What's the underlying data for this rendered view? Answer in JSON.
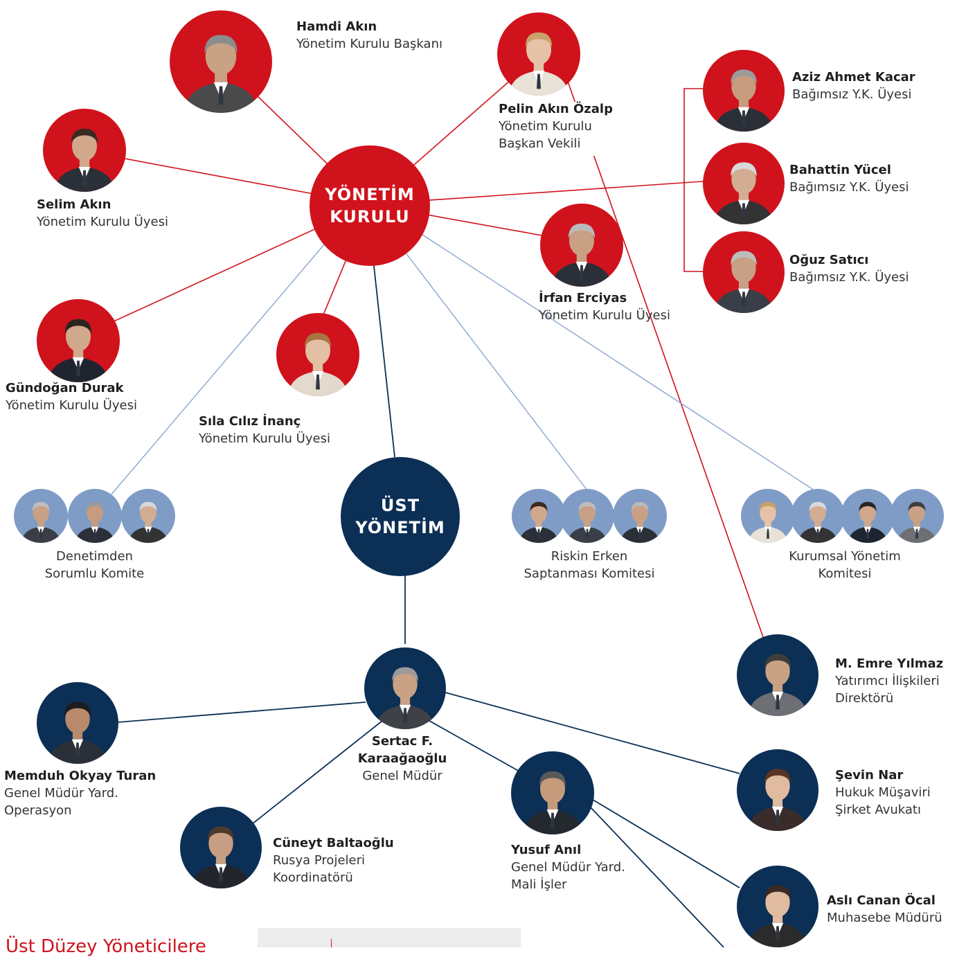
{
  "colors": {
    "red": "#d0121c",
    "navy": "#0b2f55",
    "blue_line": "#7f9cc7"
  },
  "hubs": {
    "board": {
      "line1": "YÖNETİM",
      "line2": "KURULU"
    },
    "management": {
      "line1": "ÜST",
      "line2": "YÖNETİM"
    }
  },
  "people": {
    "hamdi": {
      "name": "Hamdi Akın",
      "role": "Yönetim Kurulu Başkanı"
    },
    "pelin": {
      "name": "Pelin Akın Özalp",
      "role": "Yönetim Kurulu\nBaşkan Vekili"
    },
    "selim": {
      "name": "Selim Akın",
      "role": "Yönetim Kurulu Üyesi"
    },
    "gundogan": {
      "name": "Gündoğan Durak",
      "role": "Yönetim Kurulu Üyesi"
    },
    "sila": {
      "name": "Sıla Cılız İnanç",
      "role": "Yönetim Kurulu Üyesi"
    },
    "irfan": {
      "name": "İrfan Erciyas",
      "role": "Yönetim Kurulu Üyesi"
    },
    "aziz": {
      "name": "Aziz Ahmet Kacar",
      "role": "Bağımsız Y.K. Üyesi"
    },
    "bahattin": {
      "name": "Bahattin Yücel",
      "role": "Bağımsız Y.K. Üyesi"
    },
    "oguz": {
      "name": "Oğuz Satıcı",
      "role": "Bağımsız Y.K. Üyesi"
    },
    "emre": {
      "name": "M. Emre Yılmaz",
      "role": "Yatırımcı İlişkileri\nDirektörü"
    },
    "sertac": {
      "name": "Sertac F.\nKaraağaoğlu",
      "role": "Genel Müdür"
    },
    "memduh": {
      "name": "Memduh Okyay Turan",
      "role": "Genel Müdür Yard.\nOperasyon"
    },
    "cuneyt": {
      "name": "Cüneyt Baltaoğlu",
      "role": "Rusya Projeleri\nKoordinatörü"
    },
    "yusuf": {
      "name": "Yusuf Anıl",
      "role": "Genel Müdür Yard.\nMali İşler"
    },
    "sevin": {
      "name": "Şevin Nar",
      "role": "Hukuk Müşaviri\nŞirket Avukatı"
    },
    "asli": {
      "name": "Aslı Canan Öcal",
      "role": "Muhasebe Müdürü"
    }
  },
  "committees": {
    "audit": "Denetimden\nSorumlu Komite",
    "risk": "Riskin Erken\nSaptanması Komitesi",
    "governance": "Kurumsal Yönetim\nKomitesi"
  },
  "footer": {
    "title": "Üst Düzey Yöneticilere"
  }
}
